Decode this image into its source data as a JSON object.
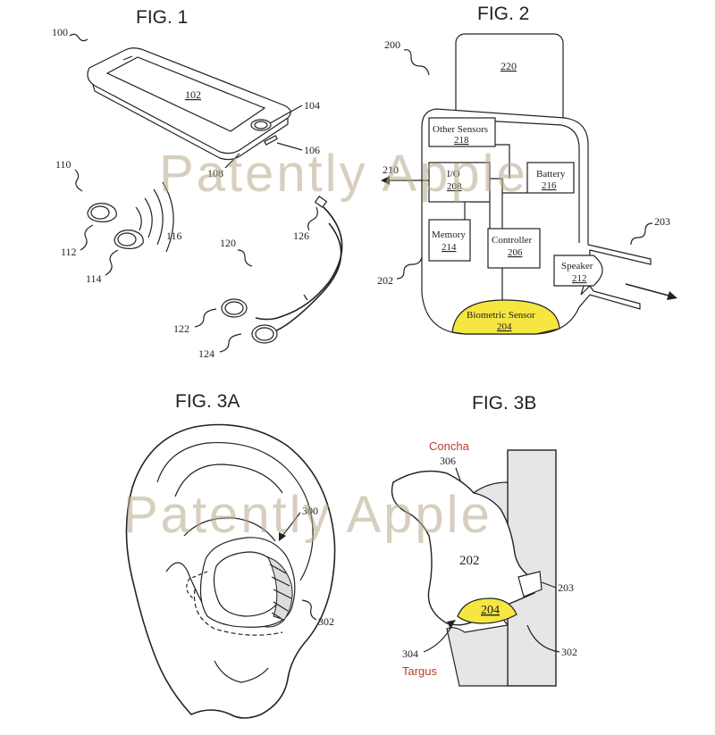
{
  "figures": {
    "fig1": {
      "title": "FIG. 1",
      "refs": {
        "r100": "100",
        "r102": "102",
        "r104": "104",
        "r106": "106",
        "r108": "108",
        "r110": "110",
        "r112": "112",
        "r114": "114",
        "r116": "116",
        "r120": "120",
        "r122": "122",
        "r124": "124",
        "r126": "126"
      }
    },
    "fig2": {
      "title": "FIG. 2",
      "refs": {
        "r200": "200",
        "r202": "202",
        "r203": "203",
        "r210": "210",
        "r220": "220"
      },
      "blocks": {
        "other_sensors": {
          "label": "Other Sensors",
          "ref": "218"
        },
        "io": {
          "label": "I/O",
          "ref": "208"
        },
        "battery": {
          "label": "Battery",
          "ref": "216"
        },
        "memory": {
          "label": "Memory",
          "ref": "214"
        },
        "controller": {
          "label": "Controller",
          "ref": "206"
        },
        "speaker": {
          "label": "Speaker",
          "ref": "212"
        },
        "biometric": {
          "label": "Biometric Sensor",
          "ref": "204"
        }
      },
      "highlight_color": "#f5e642"
    },
    "fig3a": {
      "title": "FIG. 3A",
      "refs": {
        "r300": "300",
        "r302": "302"
      }
    },
    "fig3b": {
      "title": "FIG. 3B",
      "refs": {
        "r202": "202",
        "r203": "203",
        "r204": "204",
        "r302": "302",
        "r304": "304",
        "r306": "306"
      },
      "annotations": {
        "concha": "Concha",
        "targus": "Targus"
      },
      "annotation_color": "#c0392b"
    }
  },
  "watermark": {
    "text": "Patently Apple",
    "color": "#b8a98a"
  }
}
